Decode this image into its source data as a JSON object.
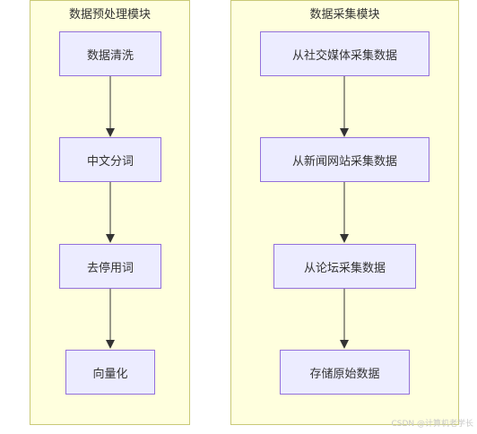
{
  "left_group": {
    "title": "数据预处理模块",
    "nodes": [
      "数据清洗",
      "中文分词",
      "去停用词",
      "向量化"
    ]
  },
  "right_group": {
    "title": "数据采集模块",
    "nodes": [
      "从社交媒体采集数据",
      "从新闻网站采集数据",
      "从论坛采集数据",
      "存储原始数据"
    ]
  },
  "watermark": "CSDN @计算机老学长"
}
